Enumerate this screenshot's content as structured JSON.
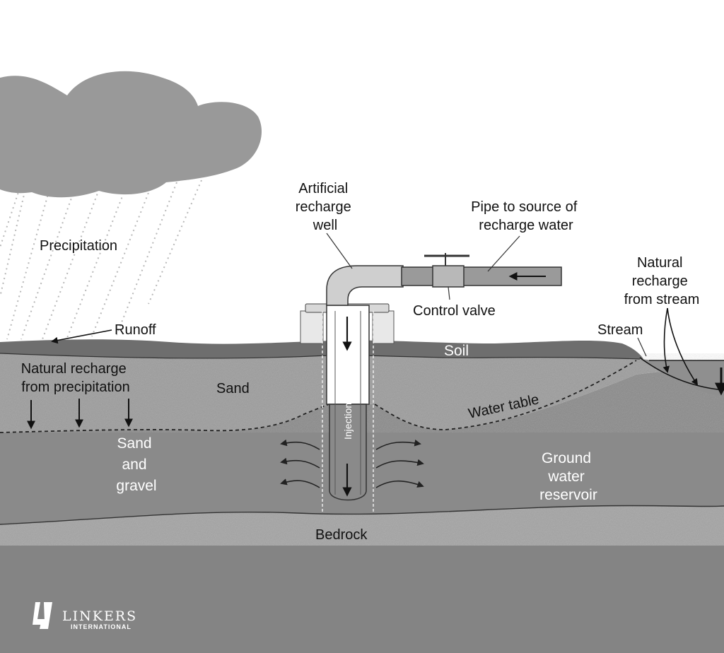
{
  "labels": {
    "precipitation": "Precipitation",
    "runoff": "Runoff",
    "natural_recharge_precip_line1": "Natural recharge",
    "natural_recharge_precip_line2": "from precipitation",
    "sand": "Sand",
    "sand_gravel_line1": "Sand",
    "sand_gravel_line2": "and",
    "sand_gravel_line3": "gravel",
    "artificial_well_line1": "Artificial",
    "artificial_well_line2": "recharge",
    "artificial_well_line3": "well",
    "pipe_source_line1": "Pipe to source of",
    "pipe_source_line2": "recharge water",
    "control_valve": "Control valve",
    "soil": "Soil",
    "injection_pipe": "Injection pipe",
    "water_table": "Water table",
    "natural_stream_line1": "Natural",
    "natural_stream_line2": "recharge",
    "natural_stream_line3": "from stream",
    "stream": "Stream",
    "ground_water_line1": "Ground",
    "ground_water_line2": "water",
    "ground_water_line3": "reservoir",
    "bedrock": "Bedrock"
  },
  "logo": {
    "name": "LINKERS",
    "subtitle": "INTERNATIONAL"
  },
  "colors": {
    "background": "#ffffff",
    "cloud": "#999999",
    "soil": "#6e6e6e",
    "sand": "#9c9c9c",
    "gravel": "#8a8a8a",
    "reservoir": "#818181",
    "bedrock": "#a3a3a3",
    "base": "#848484"
  }
}
